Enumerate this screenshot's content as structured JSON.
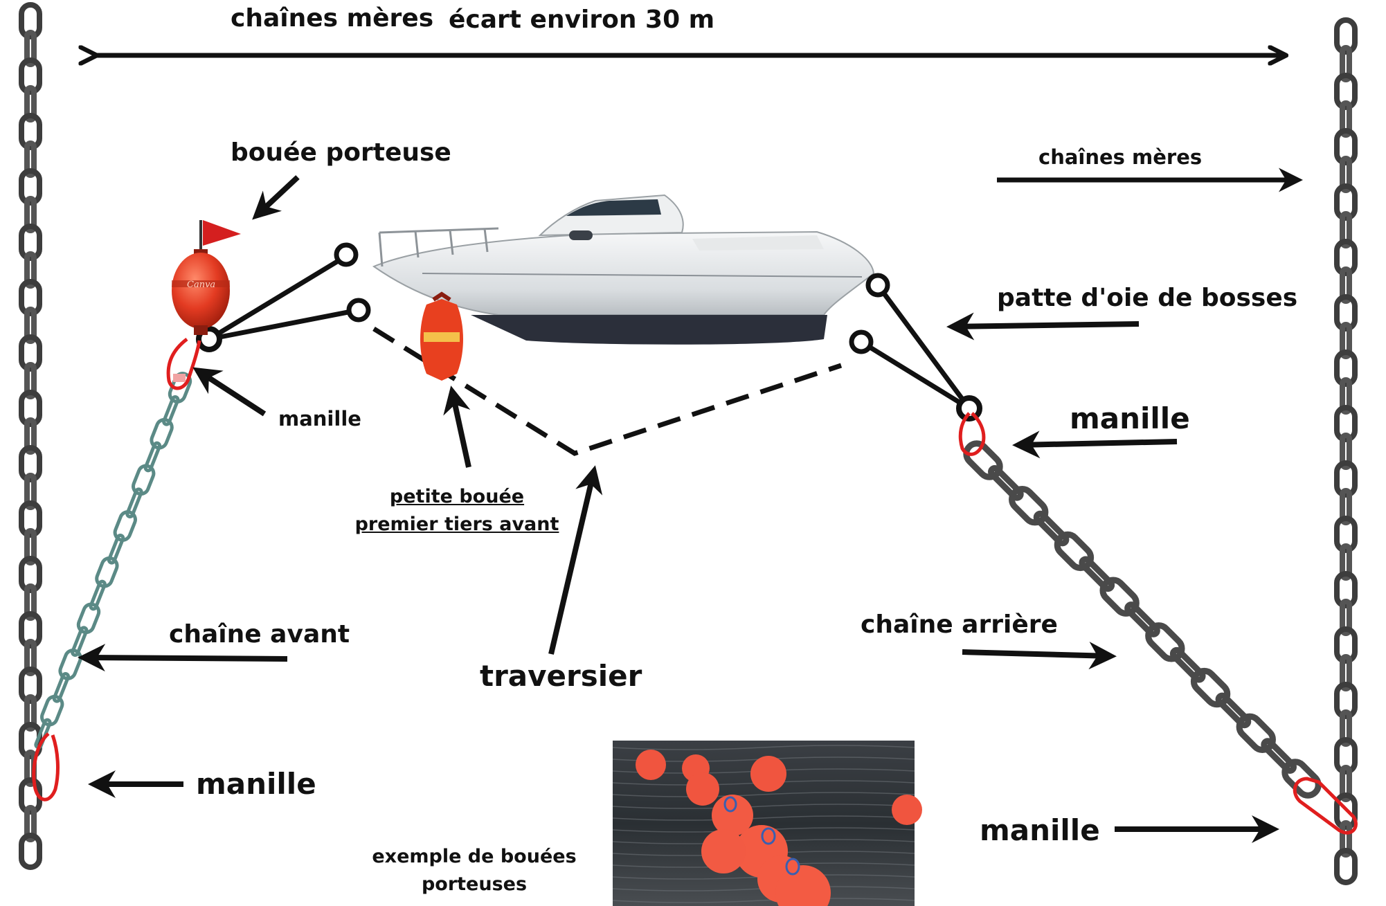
{
  "labels": {
    "top_left_chain": "chaînes mères",
    "spacing": "écart environ 30 m",
    "right_chain": "chaînes mères",
    "buoy": "bouée porteuse",
    "bridle": "patte d'oie de bosses",
    "shackle_top_left": "manille",
    "shackle_top_right": "manille",
    "small_buoy_line1": "petite bouée",
    "small_buoy_line2": "premier tiers avant",
    "front_chain": "chaîne avant",
    "rear_chain": "chaîne arrière",
    "cross_line": "traversier",
    "shackle_bottom_left": "manille",
    "shackle_bottom_right": "manille",
    "example_line1": "exemple de bouées",
    "example_line2": "porteuses"
  },
  "logo_text": "Canva",
  "colors": {
    "chain_dark": "#3d3d3d",
    "chain_front": "#5b8a86",
    "buoy_red": "#e33b22",
    "shackle_red": "#e01e1e",
    "line": "#111111",
    "water": "#2a2f33"
  }
}
